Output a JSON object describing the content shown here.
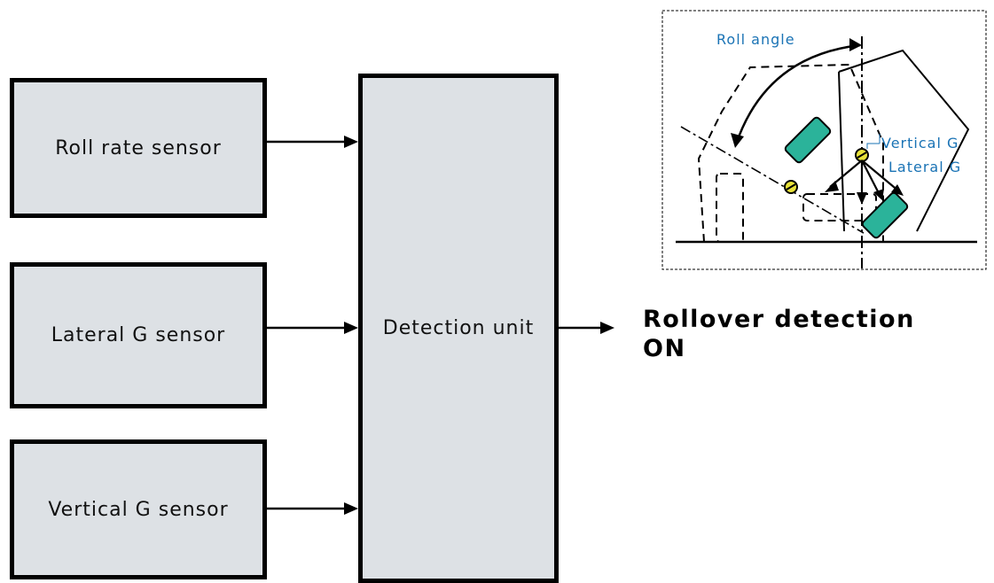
{
  "inputs": [
    {
      "label": "Roll rate sensor"
    },
    {
      "label": "Lateral G sensor"
    },
    {
      "label": "Vertical G sensor"
    }
  ],
  "processor": {
    "label": "Detection unit"
  },
  "output": {
    "label": "Rollover detection\nON"
  },
  "inset": {
    "roll_angle_label": "Roll angle",
    "vertical_g_label": "Vertical G",
    "lateral_g_label": "Lateral G"
  },
  "colors": {
    "box_fill": "#dde1e5",
    "inset_label": "#1a73b5",
    "tire": "#2bb39a",
    "center_of_gravity": "#e8e23a"
  }
}
